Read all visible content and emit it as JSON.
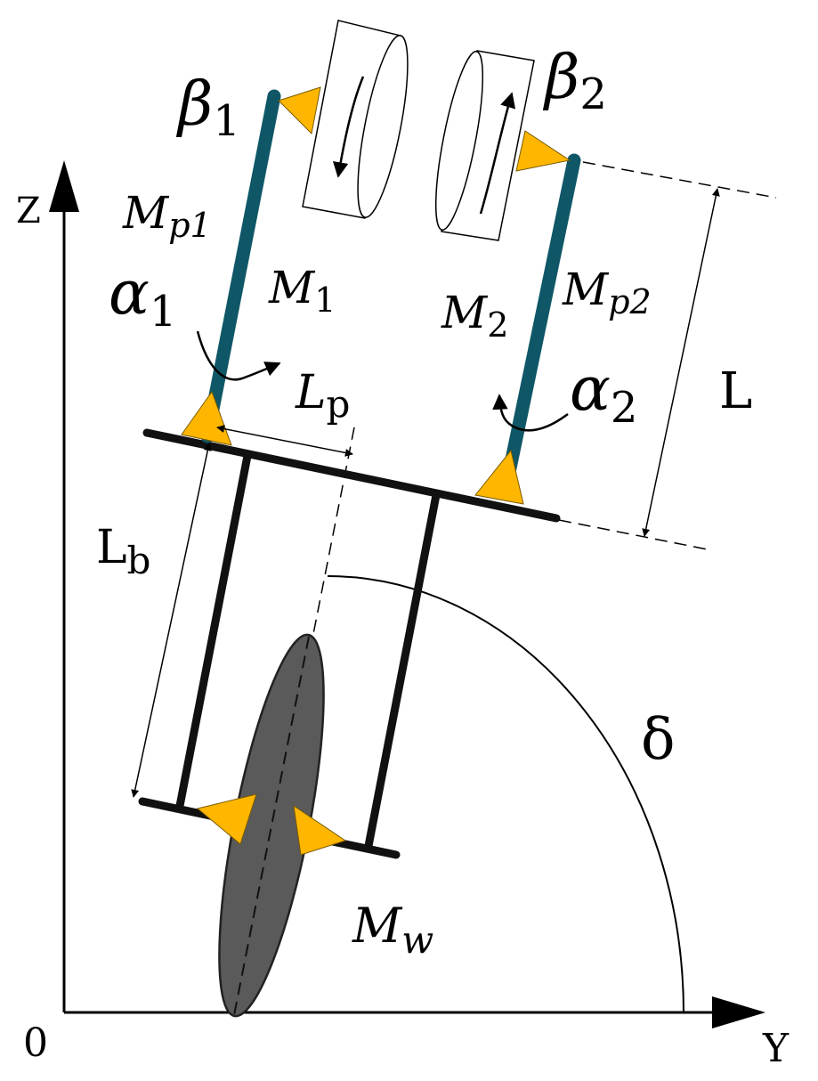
{
  "colors": {
    "pendulum_rod": "#0f5766",
    "joint": "#ffb600",
    "wheel": "#5a5a5a",
    "frame": "#111111"
  },
  "axes": {
    "z_label": "Z",
    "y_label": "Y",
    "origin_label": "0"
  },
  "labels": {
    "beta1": {
      "sym": "β",
      "sub": "1"
    },
    "beta2": {
      "sym": "β",
      "sub": "2"
    },
    "mp1": {
      "sym": "M",
      "sub": "p1"
    },
    "mp2": {
      "sym": "M",
      "sub": "p2"
    },
    "m1": {
      "sym": "M",
      "sub": "1"
    },
    "m2": {
      "sym": "M",
      "sub": "2"
    },
    "alpha1": {
      "sym": "α",
      "sub": "1"
    },
    "alpha2": {
      "sym": "α",
      "sub": "2"
    },
    "lp": {
      "sym": "L",
      "sub": "p"
    },
    "lb": {
      "sym": "L",
      "sub": "b"
    },
    "l": "L",
    "delta": "δ",
    "mw": {
      "sym": "M",
      "sub": "w"
    }
  }
}
